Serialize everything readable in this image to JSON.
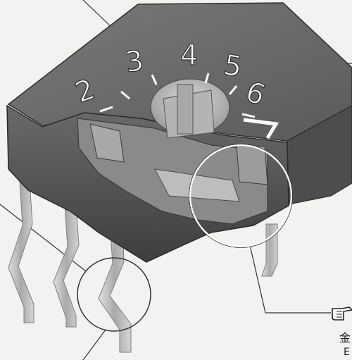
{
  "dial": {
    "digits": [
      "2",
      "3",
      "4",
      "5",
      "6",
      "7"
    ]
  },
  "colors": {
    "background": "#f2f2f0",
    "body_dark": "#5b5b5b",
    "body_top": "#6e6e6e",
    "rotor": "#c9c9c9",
    "pins": "#bfbfbf"
  },
  "callout": {
    "text_line1": "金",
    "text_line2": "E",
    "pointer_icon": "pointing-hand-icon"
  }
}
